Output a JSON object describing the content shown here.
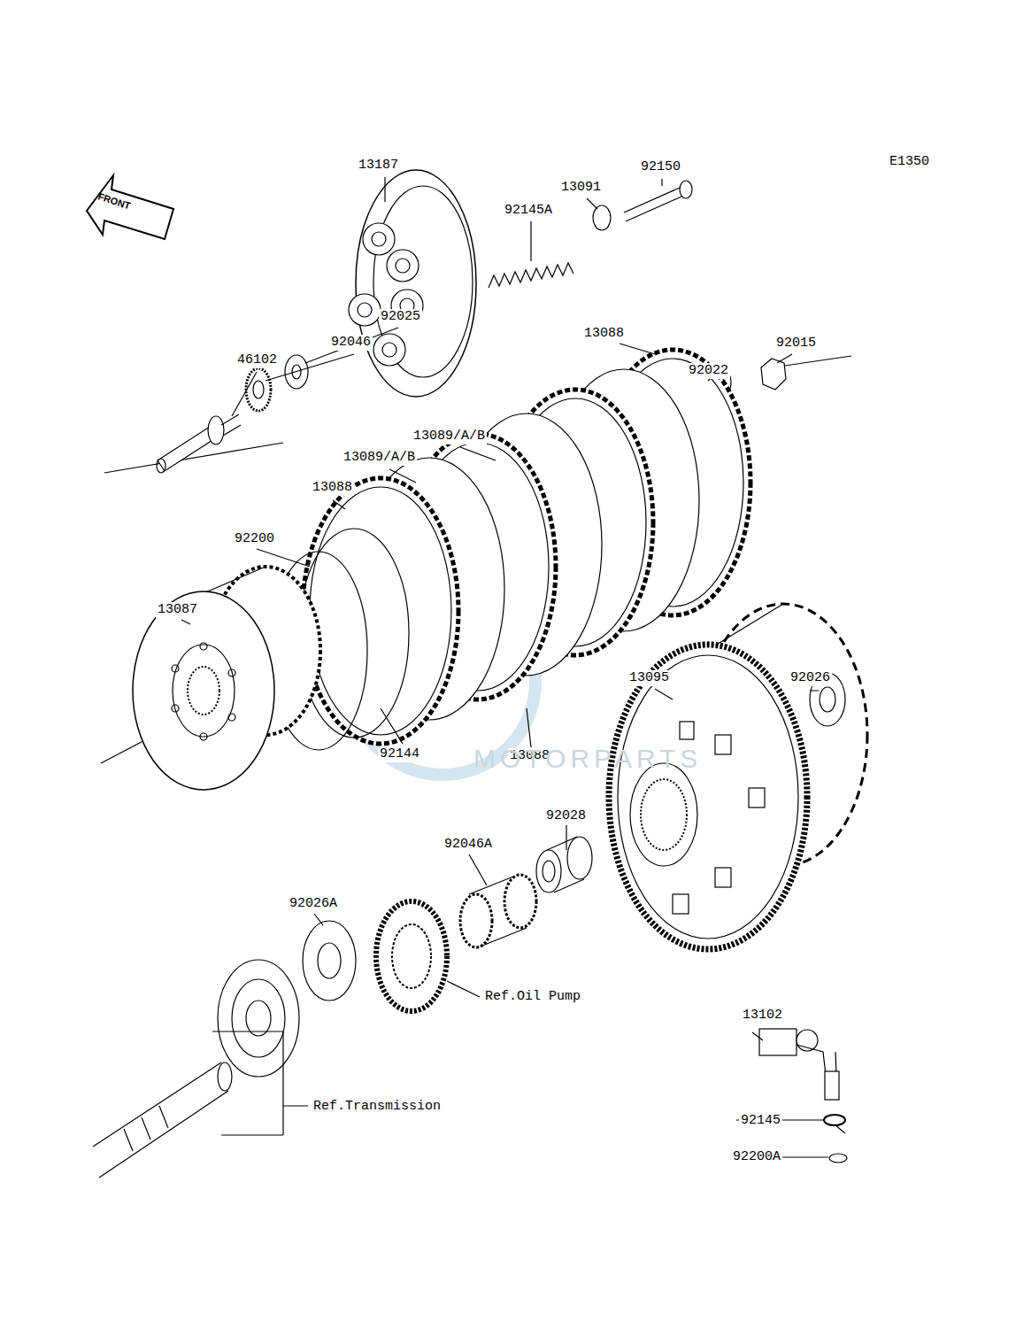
{
  "diagram": {
    "labels": [
      "E1350",
      "FRONT",
      "13187",
      "92150",
      "13091",
      "92145A",
      "92025",
      "92046",
      "46102",
      "13088",
      "92015",
      "92022",
      "13089/A/B",
      "13089/A/B",
      "13088",
      "92200",
      "13087",
      "92144",
      "13088",
      "13095",
      "92026",
      "92028",
      "92046A",
      "92026A",
      "Ref.Oil Pump",
      "Ref.Transmission",
      "13102",
      "92145",
      "92200A",
      "MOTORPARTS"
    ]
  }
}
